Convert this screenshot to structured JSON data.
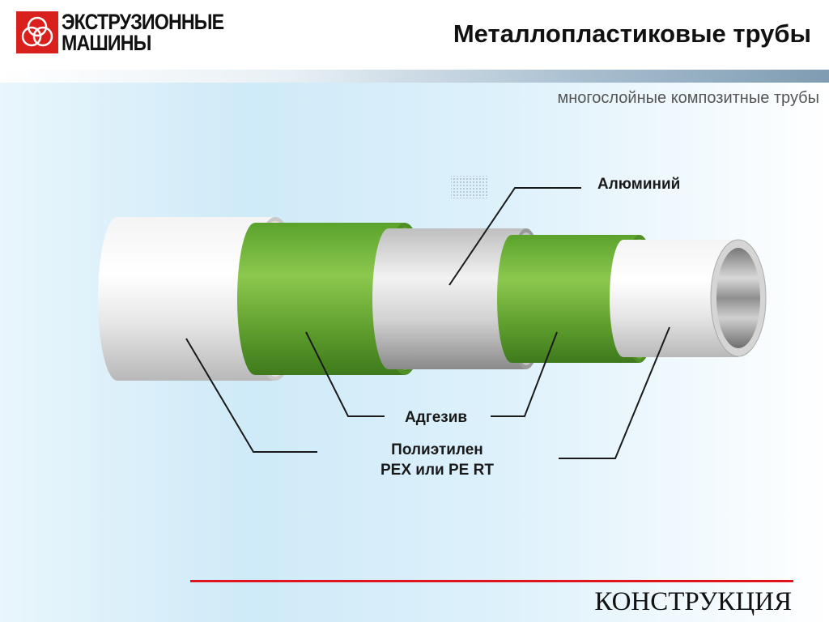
{
  "header": {
    "logo_line1": "ЭКСТРУЗИОННЫЕ",
    "logo_line2": "МАШИНЫ",
    "title": "Металлопластиковые трубы"
  },
  "subtitle": "многослойные композитные трубы",
  "labels": {
    "aluminum": "Алюминий",
    "adhesive": "Адгезив",
    "pe_line1": "Полиэтилен",
    "pe_line2": "PEX или PE RT"
  },
  "footer": "КОНСТРУКЦИЯ",
  "colors": {
    "brand_red": "#d9201d",
    "green": "#6ab43a",
    "accent_line": "#e0141c"
  }
}
